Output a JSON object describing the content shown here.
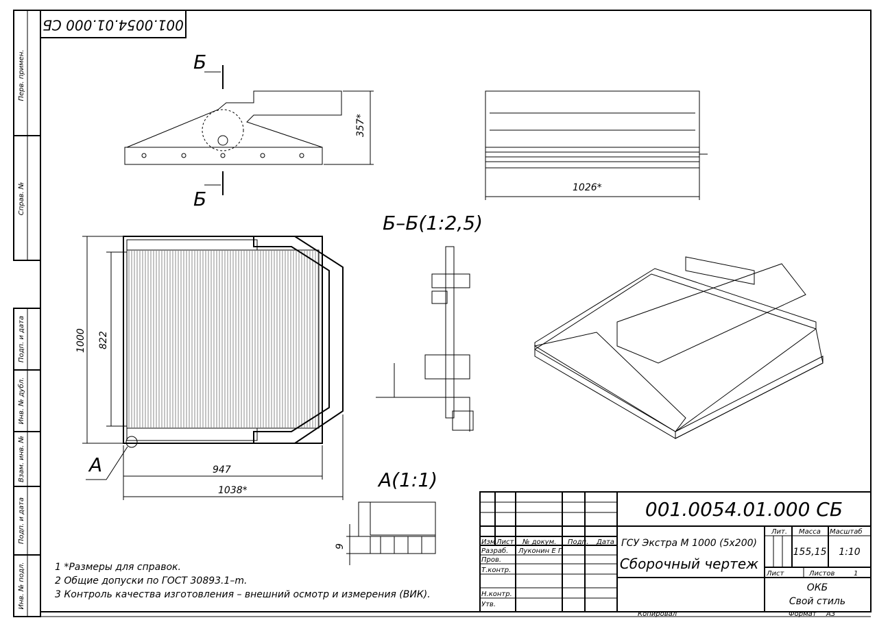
{
  "sheet": {
    "format_label": "Формат",
    "format_value": "A3",
    "copied_label": "Копировал",
    "mirrored_code": "001.0054.01.000 СБ"
  },
  "side_strip": [
    "Перв. примен.",
    "Справ. №",
    "Подп. и дата",
    "Инв. № дубл.",
    "Взам. инв. №",
    "Подп. и дата",
    "Инв. № подл."
  ],
  "views": {
    "section_mark_top": "Б",
    "section_mark_bottom": "Б",
    "section_title": "Б–Б(1:2,5)",
    "detail_mark": "А",
    "detail_title": "А(1:1)"
  },
  "dimensions": {
    "side_height": "357*",
    "front_width": "1026*",
    "plan_height": "1000",
    "plan_inner_height": "822",
    "plan_inner_width": "947",
    "plan_width": "1038*",
    "detail_height": "9"
  },
  "notes": [
    "1  *Размеры для справок.",
    "2  Общие допуски по ГОСТ 30893.1–m.",
    "3  Контроль качества изготовления – внешний осмотр и измерения (ВИК)."
  ],
  "title_block": {
    "code": "001.0054.01.000 СБ",
    "name_line1": "ГСУ Экстра М 1000 (5х200)",
    "name_line2": "Сборочный чертеж",
    "headers": {
      "izm": "Изм",
      "list": "Лист",
      "doc": "№ докум.",
      "sign": "Подп.",
      "date": "Дата"
    },
    "roles": [
      "Разраб.",
      "Пров.",
      "Т.контр.",
      "Н.контр.",
      "Утв."
    ],
    "developer": "Лyконин Е П",
    "lit_label": "Лит.",
    "mass_label": "Масса",
    "scale_label": "Масштаб",
    "mass": "155,15",
    "scale": "1:10",
    "sheet_label": "Лист",
    "sheets_label": "Листов",
    "sheets_value": "1",
    "org_line1": "ОКБ",
    "org_line2": "Свой стиль"
  }
}
